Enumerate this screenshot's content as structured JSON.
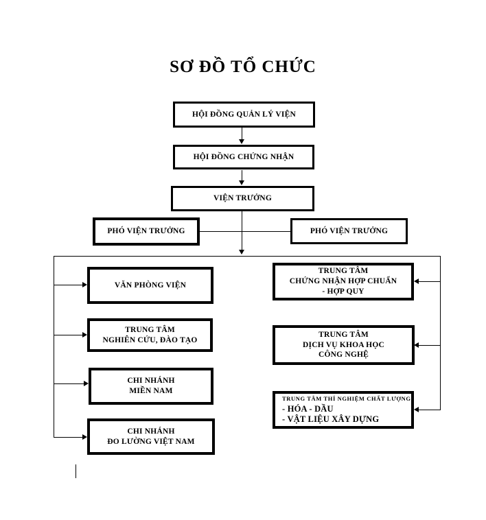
{
  "title": "SƠ ĐỒ TỔ CHỨC",
  "colors": {
    "background": "#ffffff",
    "line": "#000000",
    "text": "#000000"
  },
  "boxes": {
    "hoi_dong_quan_ly_vien": {
      "lines": [
        "HỘI ĐỒNG QUẢN LÝ VIỆN"
      ]
    },
    "hoi_dong_chung_nhan": {
      "lines": [
        "HỘI ĐỒNG CHỨNG NHẬN"
      ]
    },
    "vien_truong": {
      "lines": [
        "VIỆN TRƯỞNG"
      ]
    },
    "pho_vien_truong_trai": {
      "lines": [
        "PHÓ VIỆN TRƯỞNG"
      ]
    },
    "pho_vien_truong_phai": {
      "lines": [
        "PHÓ VIỆN TRƯỞNG"
      ]
    },
    "van_phong_vien": {
      "lines": [
        "VĂN PHÒNG VIỆN"
      ]
    },
    "trung_tam_nghien_cuu_dao_tao": {
      "lines": [
        "TRUNG TÂM",
        "NGHIÊN CỨU, ĐÀO TẠO"
      ]
    },
    "chi_nhanh_mien_nam": {
      "lines": [
        "CHI NHÁNH",
        "MIỀN NAM"
      ]
    },
    "chi_nhanh_do_luong_viet_nam": {
      "lines": [
        "CHI NHÁNH",
        "ĐO LƯỜNG VIỆT NAM"
      ]
    },
    "trung_tam_chung_nhan_hop_chuan": {
      "lines": [
        "TRUNG TÂM",
        "CHỨNG NHẬN HỢP CHUẨN",
        "- HỢP QUY"
      ]
    },
    "trung_tam_dich_vu_khoa_hoc": {
      "lines": [
        "TRUNG TÂM",
        "DỊCH VỤ KHOA HỌC",
        "CÔNG NGHỆ"
      ]
    },
    "trung_tam_thi_nghiem_chat_luong": {
      "header": "TRUNG TÂM THÍ NGHIỆM CHẤT LƯỢNG",
      "items": [
        "- HÓA - DẦU",
        "- VẬT LIỆU XÂY DỰNG"
      ]
    }
  }
}
